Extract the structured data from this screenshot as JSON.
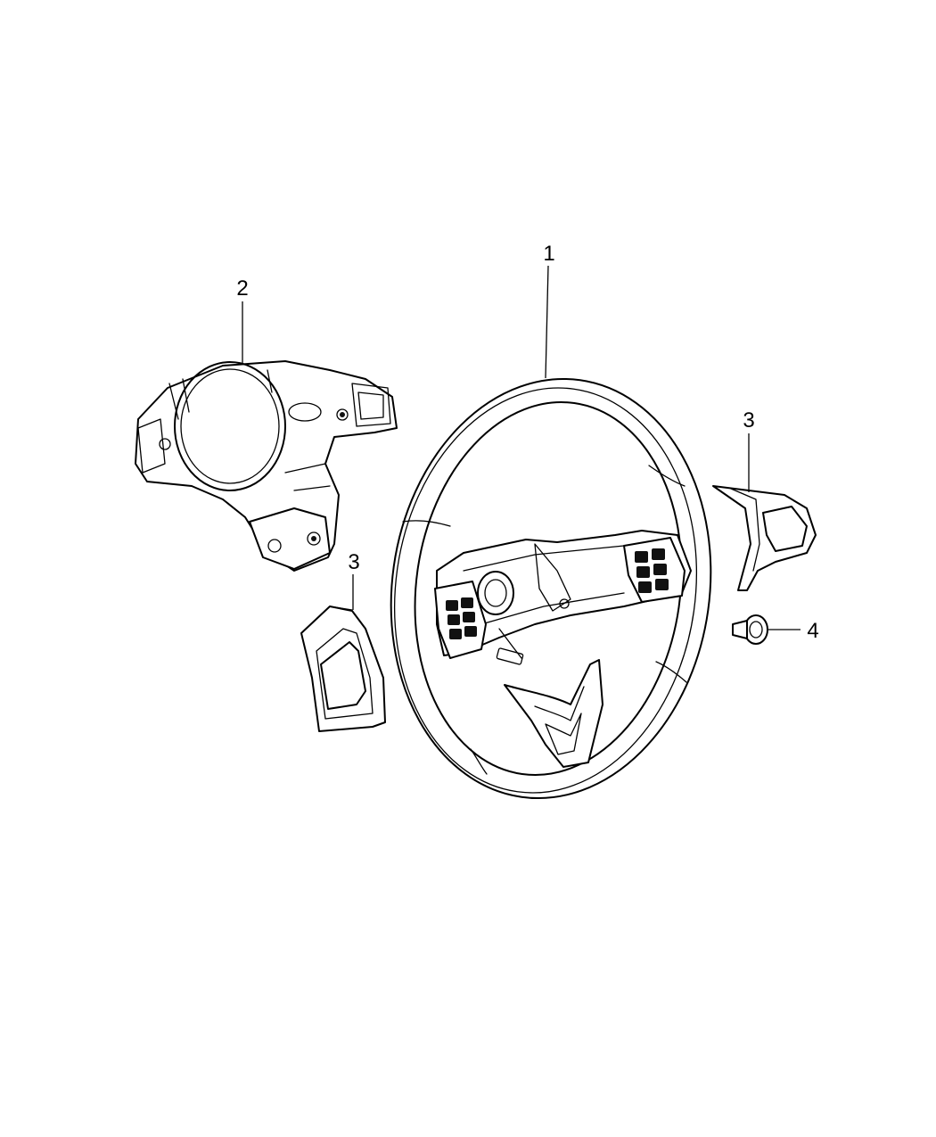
{
  "diagram": {
    "callouts": [
      {
        "id": "1",
        "label": "1",
        "part": "steering-wheel"
      },
      {
        "id": "2",
        "label": "2",
        "part": "rear-shroud"
      },
      {
        "id": "3a",
        "label": "3",
        "part": "bezel-left"
      },
      {
        "id": "3b",
        "label": "3",
        "part": "bezel-right"
      },
      {
        "id": "4",
        "label": "4",
        "part": "screw"
      }
    ]
  }
}
